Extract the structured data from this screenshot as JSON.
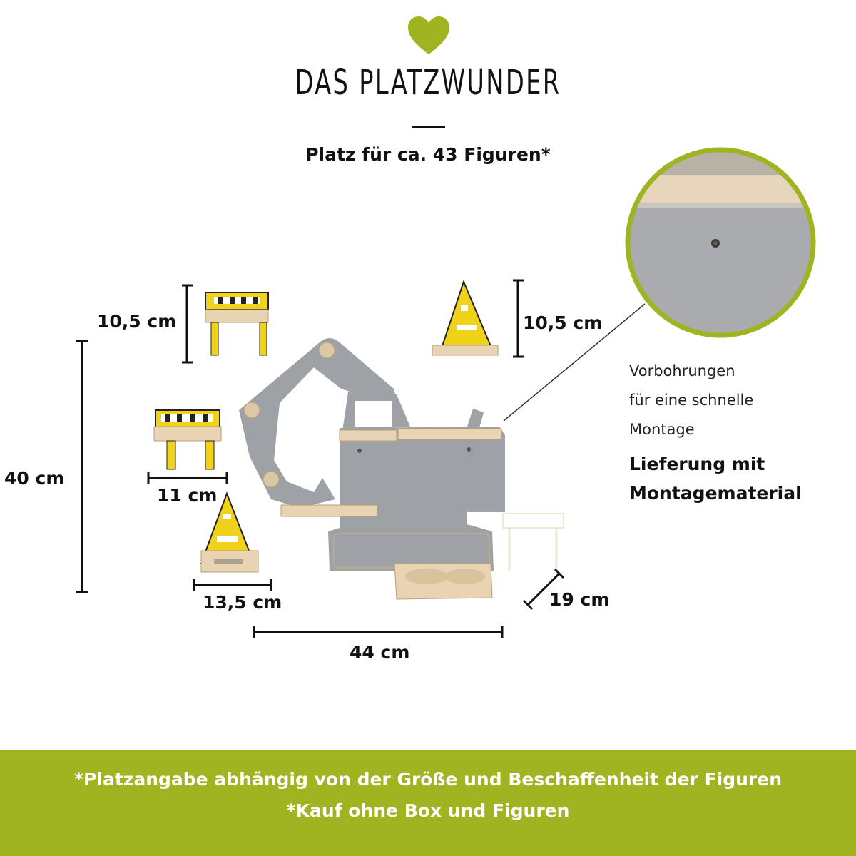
{
  "header": {
    "title": "DAS PLATZWUNDER",
    "subtitle": "Platz für ca. 43 Figuren*"
  },
  "dimensions": {
    "barrier_height": "10,5 cm",
    "cone_height": "10,5 cm",
    "total_height": "40 cm",
    "barrier_width": "11 cm",
    "cone_width": "13,5 cm",
    "depth": "19 cm",
    "total_width": "44 cm"
  },
  "callout": {
    "line1": "Vorbohrungen",
    "line2": "für eine schnelle",
    "line3": "Montage",
    "bold1": "Lieferung mit",
    "bold2": "Montagematerial"
  },
  "footer": {
    "note1": "*Platzangabe abhängig von der Größe und Beschaffenheit der Figuren",
    "note2": "*Kauf ohne Box und Figuren"
  },
  "colors": {
    "accent_green": "#a0b321",
    "shelf_grey": "#9ea1a5",
    "wood": "#e8d3b3",
    "sign_yellow": "#f0d21a"
  },
  "icons": [
    "heart-icon"
  ]
}
